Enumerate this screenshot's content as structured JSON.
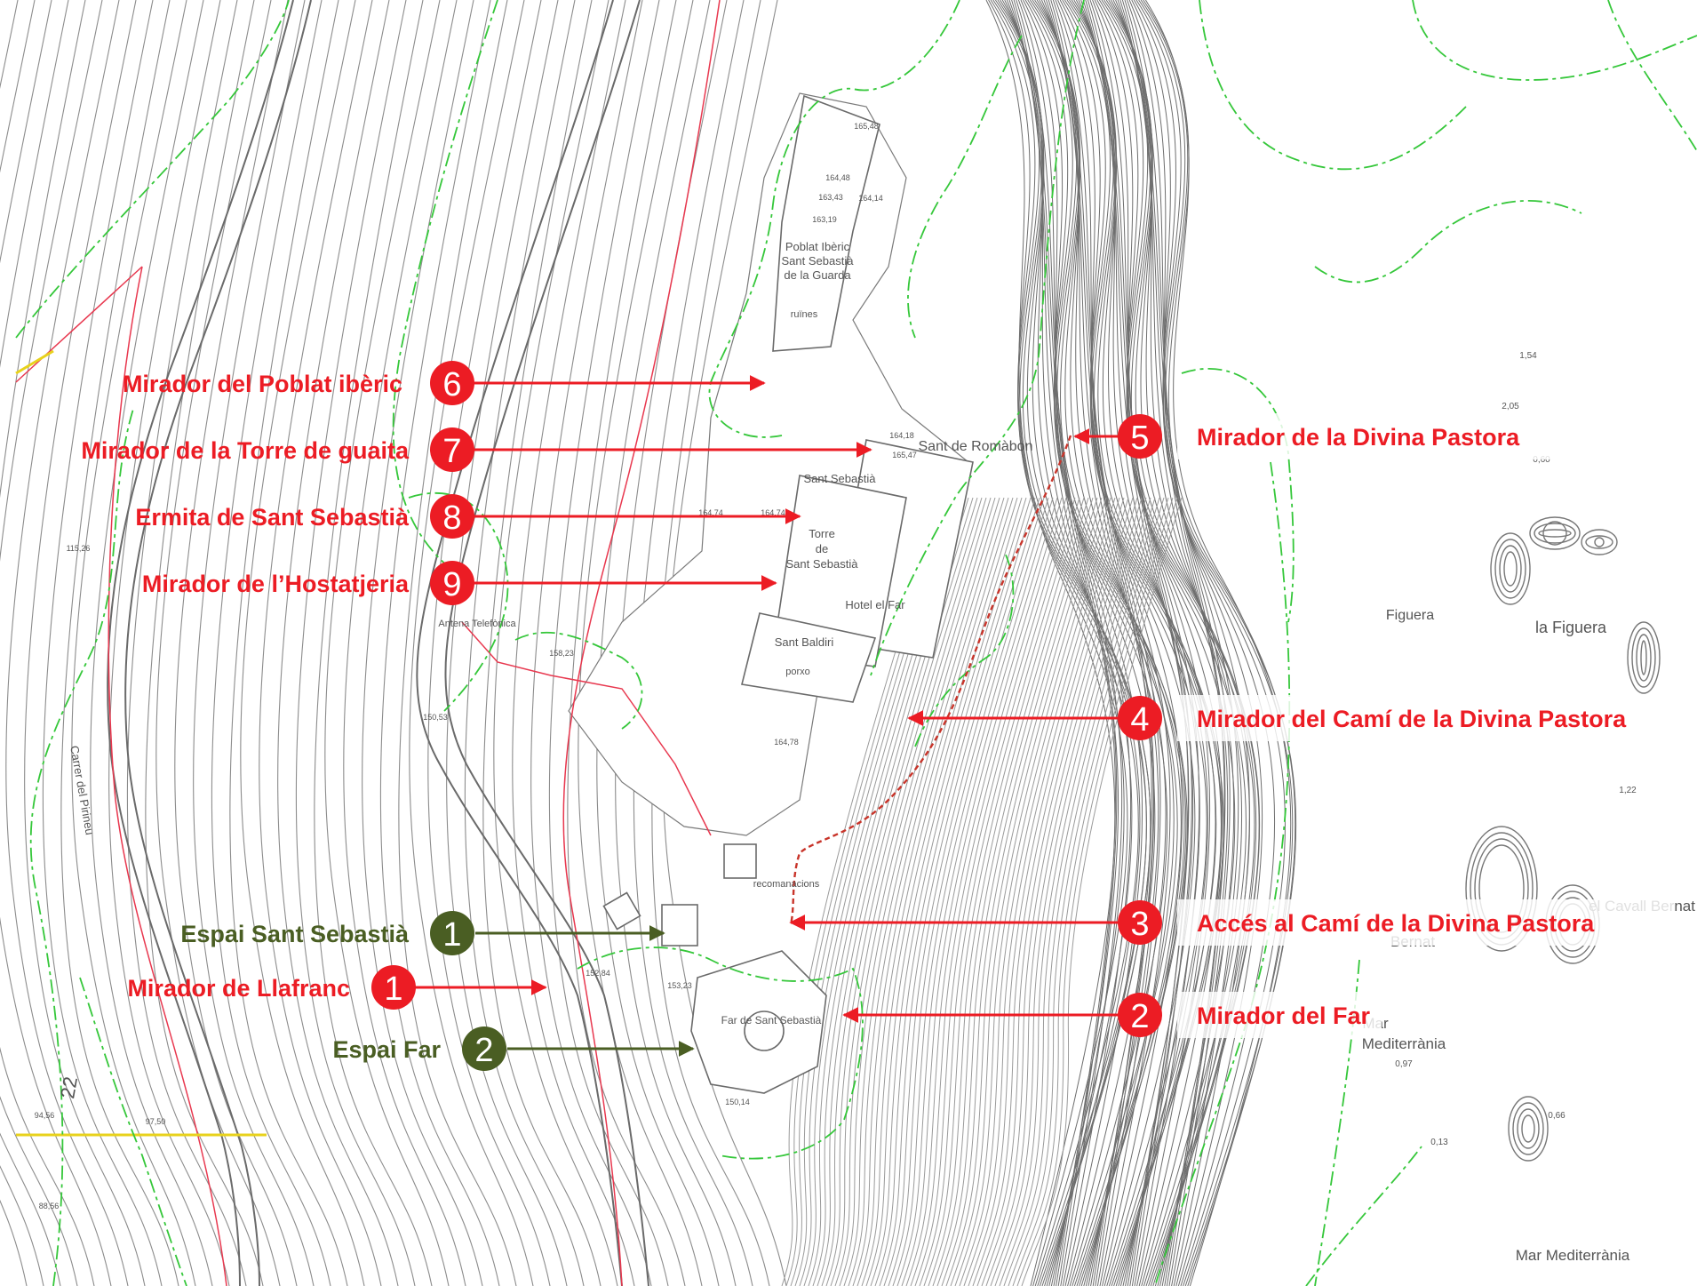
{
  "colors": {
    "red": "#ec1c24",
    "green": "#4a5e23",
    "contour": "#8c8c8c",
    "vegetation": "#35c73a"
  },
  "map_text": {
    "poblat_1": "Poblat Ibèric",
    "poblat_2": "Sant Sebastià",
    "poblat_3": "de la Guarda",
    "ruines": "ruïnes",
    "sant_sebastia": "Sant Sebastià",
    "torre_1": "Torre",
    "torre_2": "de",
    "torre_3": "Sant Sebastià",
    "hotel": "Hotel el Far",
    "sant_baldiri": "Sant Baldiri",
    "porxo": "porxo",
    "sant_romanic": "Sant de Romàbon",
    "antena": "Antena Telefònica",
    "recomanacions": "recomanacions",
    "far": "Far de Sant Sebastià",
    "figuera_1": "Figuera",
    "figuera_2": "la Figuera",
    "cavall": "el Cavall Bernat",
    "bernat": "Bernat",
    "mar_1": "Mar",
    "mar_2": "Mediterrània",
    "mar_3": "Mar Mediterrània",
    "elev_1": "165,48",
    "elev_2": "164,48",
    "elev_3": "163,43",
    "elev_4": "164,14",
    "elev_5": "163,19",
    "elev_6": "164,18",
    "elev_7": "165,47",
    "elev_8": "164,74",
    "elev_9": "164,74",
    "elev_10": "158,23",
    "elev_11": "150,53",
    "elev_12": "164,78",
    "elev_13": "153,23",
    "elev_14": "152,84",
    "elev_15": "150,14",
    "elev_16": "115,26",
    "elev_17": "94,56",
    "elev_18": "88,56",
    "elev_19": "97,50",
    "elev_20": "0,13",
    "elev_21": "1,54",
    "elev_22": "2,05",
    "elev_23": "0,60",
    "elev_24": "0,66",
    "elev_25": "0,97",
    "elev_26": "1,22",
    "road": "Carrer del Pirineu",
    "plot": "22"
  },
  "markers": [
    {
      "kind": "red",
      "num": "6",
      "label": "Mirador del Poblat ibèric"
    },
    {
      "kind": "red",
      "num": "7",
      "label": "Mirador de la Torre de guaita"
    },
    {
      "kind": "red",
      "num": "8",
      "label": "Ermita de Sant Sebastià"
    },
    {
      "kind": "red",
      "num": "9",
      "label": "Mirador de l’Hostatjeria"
    },
    {
      "kind": "green",
      "num": "1",
      "label": "Espai Sant Sebastià"
    },
    {
      "kind": "red",
      "num": "1",
      "label": "Mirador de Llafranc"
    },
    {
      "kind": "green",
      "num": "2",
      "label": "Espai Far"
    },
    {
      "kind": "red",
      "num": "5",
      "label": "Mirador de la Divina Pastora"
    },
    {
      "kind": "red",
      "num": "4",
      "label": "Mirador del Camí de la Divina Pastora"
    },
    {
      "kind": "red",
      "num": "3",
      "label": "Accés al Camí de la Divina Pastora"
    },
    {
      "kind": "red",
      "num": "2",
      "label": "Mirador del Far"
    }
  ]
}
